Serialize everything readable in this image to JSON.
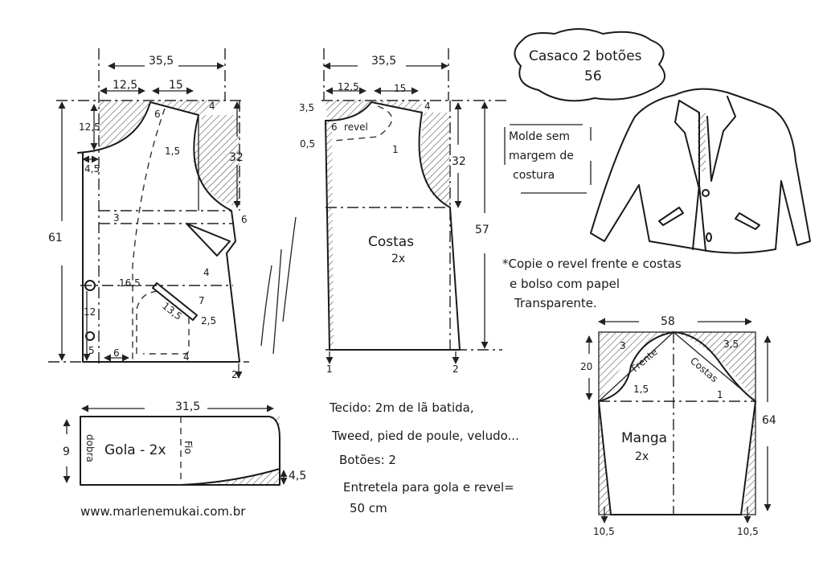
{
  "title": {
    "name": "Casaco 2 botões",
    "size": "56"
  },
  "notes": {
    "seam_allowance": [
      "Molde sem",
      "margem de",
      "costura"
    ],
    "copy": [
      "*Copie o revel frente e costas",
      "e bolso com papel",
      "Transparente."
    ]
  },
  "materials": {
    "line1": "Tecido: 2m   de lã batida,",
    "line2": "Tweed, pied de poule, veludo...",
    "line3": "Botões: 2",
    "line4": "Entretela para gola e revel=",
    "line5": "50 cm"
  },
  "website": "www.marlenemukai.com.br",
  "front": {
    "width": "35,5",
    "height": "61",
    "neck_width": "12,5",
    "shoulder": "15",
    "neck_depth": "12,5",
    "extension": "4,5",
    "shoulder_drop": "4",
    "neck_6": "6",
    "armhole_curve": "1,5",
    "armhole_depth": "32",
    "gap3": "3",
    "dart6": "6",
    "dart4": "4",
    "pocket_pos": "16,5",
    "pocket_len": "13,5",
    "pocket_25": "2,5",
    "pocket_7": "7",
    "button_gap": "12",
    "button_bottom": "5",
    "bottom6": "6",
    "bottom4": "4",
    "side2": "2"
  },
  "back": {
    "label": "Costas",
    "count": "2x",
    "width": "35,5",
    "neck_width": "12,5",
    "shoulder": "15",
    "neck_depth": "3,5",
    "shoulder_drop": "4",
    "armhole_depth": "32",
    "height": "57",
    "cb": "0,5",
    "neck_6": "6",
    "revel": "revel",
    "curve1": "1",
    "bottom1": "1",
    "bottom2": "2"
  },
  "collar": {
    "label": "Gola - 2x",
    "fold": "dobra",
    "grain": "Fio",
    "width": "31,5",
    "height": "9",
    "tip": "4,5"
  },
  "sleeve": {
    "label": "Manga",
    "count": "2x",
    "width": "58",
    "cap_height": "20",
    "length": "64",
    "front": "Frente",
    "back": "Costas",
    "front_3": "3",
    "front_15": "1,5",
    "back_35": "3,5",
    "back_1": "1",
    "hem_left": "10,5",
    "hem_right": "10,5"
  }
}
